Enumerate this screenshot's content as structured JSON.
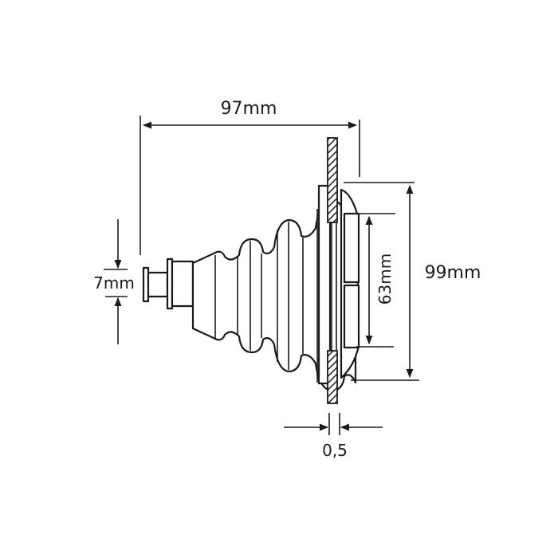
{
  "drawing": {
    "subject": "bellows boot / grommet with panel",
    "line_color": "#1a1a1a",
    "background": "#ffffff",
    "dimensions": {
      "overall_length": {
        "label": "97mm"
      },
      "small_end_diameter": {
        "label": "7mm"
      },
      "flange_inner_diameter": {
        "label": "63mm"
      },
      "flange_outer_diameter": {
        "label": "99mm"
      },
      "panel_thickness": {
        "label": "0,5"
      }
    }
  }
}
